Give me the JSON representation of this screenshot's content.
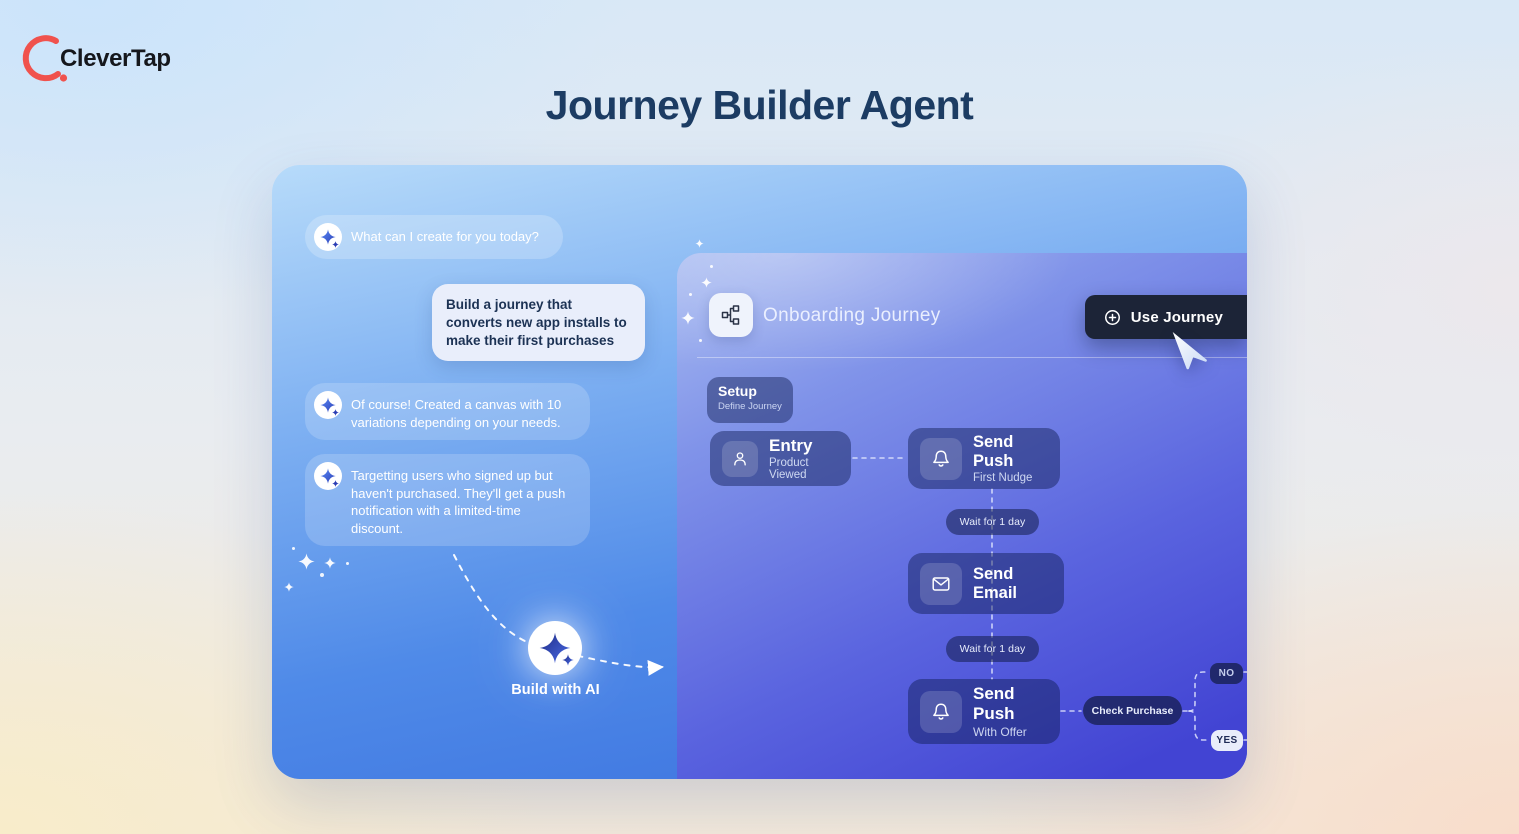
{
  "logo": {
    "text": "CleverTap"
  },
  "page_title": "Journey Builder Agent",
  "chat": {
    "messages": [
      {
        "role": "ai",
        "text": "What can I create for you today?"
      },
      {
        "role": "user",
        "text": "Build a journey that converts new app installs to make their first purchases"
      },
      {
        "role": "ai",
        "text": "Of course! Created a canvas with 10 variations depending on your needs."
      },
      {
        "role": "ai",
        "text": "Targetting users who signed up but haven't purchased. They'll get a push notification with a limited-time discount."
      }
    ],
    "build_with_ai_label": "Build with AI"
  },
  "canvas": {
    "title": "Onboarding Journey",
    "use_journey_label": "Use Journey",
    "nodes": {
      "setup": {
        "title": "Setup",
        "subtitle": "Define Journey"
      },
      "entry": {
        "title": "Entry",
        "subtitle": "Product Viewed",
        "icon": "person-icon"
      },
      "push_first": {
        "title": "Send Push",
        "subtitle": "First Nudge",
        "icon": "bell-icon"
      },
      "wait_1": "Wait for 1 day",
      "email": {
        "title": "Send Email",
        "icon": "envelope-icon"
      },
      "wait_2": "Wait for 1 day",
      "push_offer": {
        "title": "Send Push",
        "subtitle": "With Offer",
        "icon": "bell-icon"
      },
      "check_purchase": "Check Purchase",
      "branch_no": "NO",
      "branch_yes": "YES"
    }
  },
  "colors": {
    "brand_red": "#F0524D",
    "title_navy": "#1C3C63",
    "card_blue_top": "#B7DBFA",
    "card_blue_bottom": "#3A70DE",
    "canvas_indigo": "#4244D3",
    "node_bg": "rgba(14,27,80,0.45)",
    "dark_button": "#1C2437",
    "yes_pill": "#E9EDFA",
    "bg_blue": "#CBE4FB",
    "bg_cream": "#F8ECCA",
    "bg_peach": "#F8DDCB"
  }
}
